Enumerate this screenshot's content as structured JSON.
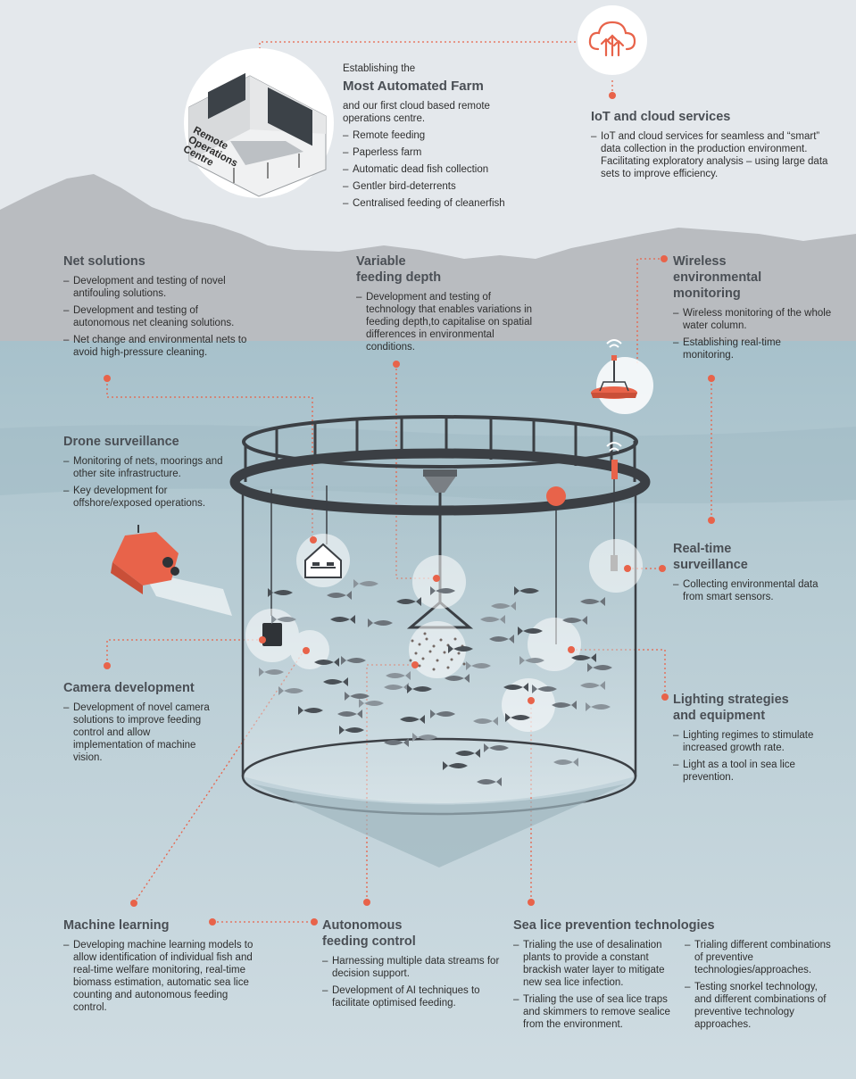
{
  "colors": {
    "sky": "#e4e8ec",
    "mountain": "#b8bbbf",
    "water": "#c3d3da",
    "accent": "#e8634a",
    "net": "#3b3f44"
  },
  "automated_farm": {
    "intro": "Establishing the",
    "title": "Most Automated Farm",
    "desc": "and our first cloud based remote operations centre.",
    "items": [
      "Remote feeding",
      "Paperless farm",
      "Automatic dead fish collection",
      "Gentler bird-deterrents",
      "Centralised feeding of cleanerfish"
    ],
    "roc_label": [
      "Remote",
      "Operations",
      "Centre"
    ]
  },
  "iot": {
    "title": "IoT and cloud services",
    "items": [
      "IoT and cloud services for seamless and “smart” data collection in the production environment. Facilitating exploratory analysis – using large data sets to improve efficiency."
    ],
    "icon": "cloud-upload-icon"
  },
  "net_solutions": {
    "title": "Net solutions",
    "items": [
      "Development and testing of novel antifouling solutions.",
      "Development and testing of autonomous net cleaning solutions.",
      "Net change and environmental nets to avoid high-pressure cleaning."
    ]
  },
  "variable_feeding": {
    "title": "Variable feeding depth",
    "items": [
      "Development and testing of technology that enables variations in feeding depth,to capitalise on spatial differences in environmental conditions."
    ]
  },
  "wireless": {
    "title": "Wireless environmental monitoring",
    "items": [
      "Wireless monitoring of the whole water column.",
      "Establishing real-time monitoring."
    ]
  },
  "drone": {
    "title": "Drone surveillance",
    "items": [
      "Monitoring of nets, moorings and other site infrastructure.",
      "Key development for offshore/exposed operations."
    ]
  },
  "realtime": {
    "title": "Real-time surveillance",
    "items": [
      "Collecting environmental data from smart sensors."
    ]
  },
  "camera": {
    "title": "Camera development",
    "items": [
      "Development of novel camera solutions to improve feeding control and allow implementation of machine vision."
    ]
  },
  "lighting": {
    "title": "Lighting strategies and equipment",
    "items": [
      "Lighting regimes to stimulate increased growth rate.",
      "Light as a tool in sea lice prevention."
    ]
  },
  "machine_learning": {
    "title": "Machine learning",
    "items": [
      "Developing machine learning models to allow identification of individual fish and real-time welfare monitoring, real-time biomass estimation, automatic sea lice counting and autonomous feeding control."
    ]
  },
  "autonomous_feeding": {
    "title": "Autonomous feeding control",
    "items": [
      "Harnessing multiple data streams for decision support.",
      "Development of AI techniques to facilitate optimised feeding."
    ]
  },
  "sea_lice": {
    "title": "Sea lice prevention technologies",
    "col1": [
      "Trialing the use of desalination plants to provide a constant brackish water layer to mitigate new sea lice infection.",
      "Trialing the use of sea lice traps and skimmers to remove sealice from the environment."
    ],
    "col2": [
      "Trialing different combinations of preventive technologies/approaches.",
      "Testing snorkel technology, and different combinations of preventive technology approaches."
    ]
  }
}
